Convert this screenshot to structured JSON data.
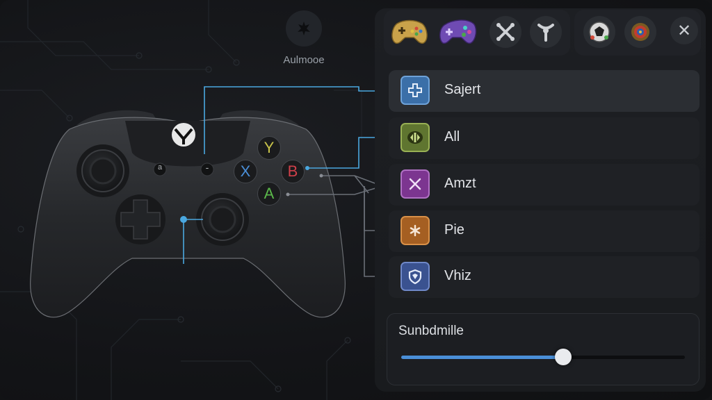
{
  "top_button": {
    "label": "Aulmooe",
    "icon": "joystick-icon"
  },
  "tabs": [
    {
      "name": "gold-gamepad-icon",
      "color": "#c9a24a"
    },
    {
      "name": "purple-gamepad-icon",
      "color": "#6f4bb3"
    },
    {
      "name": "bones-icon",
      "color": "#cfd2d6"
    },
    {
      "name": "slingshot-icon",
      "color": "#cfd2d6"
    },
    {
      "name": "soccer-ball-icon",
      "color": "#d9d9d9"
    },
    {
      "name": "ring-icon",
      "color": "#c23b2e"
    }
  ],
  "close_icon": "close-icon",
  "controller_buttons": {
    "y": "Y",
    "b": "B",
    "x": "X",
    "a": "A",
    "view": "a",
    "menu": "-"
  },
  "mappings": [
    {
      "label": "Sajert",
      "icon": "fourpad-icon",
      "color": "#3b6fa8",
      "active": true
    },
    {
      "label": "All",
      "icon": "dpad-icon",
      "color": "#7c9a3f",
      "active": false
    },
    {
      "label": "Amzt",
      "icon": "cross-icon",
      "color": "#8a3d9a",
      "active": false
    },
    {
      "label": "Pie",
      "icon": "asterisk-icon",
      "color": "#b36b2a",
      "active": false
    },
    {
      "label": "Vhiz",
      "icon": "shield-icon",
      "color": "#4561a8",
      "active": false
    }
  ],
  "slider": {
    "label": "Sunbdmille",
    "value": 0.57
  },
  "colors": {
    "accent": "#4aa8e0",
    "panel": "#1d1f23"
  }
}
